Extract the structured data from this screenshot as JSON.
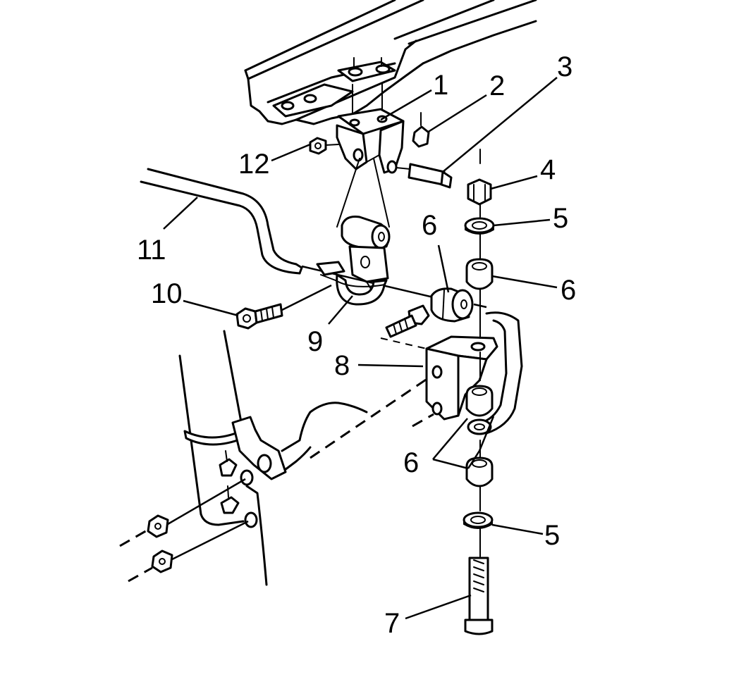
{
  "callouts": [
    {
      "id": "1",
      "label": "1"
    },
    {
      "id": "2",
      "label": "2"
    },
    {
      "id": "3",
      "label": "3"
    },
    {
      "id": "4",
      "label": "4"
    },
    {
      "id": "5a",
      "label": "5"
    },
    {
      "id": "5b",
      "label": "5"
    },
    {
      "id": "6a",
      "label": "6"
    },
    {
      "id": "6b",
      "label": "6"
    },
    {
      "id": "6c",
      "label": "6"
    },
    {
      "id": "7",
      "label": "7"
    },
    {
      "id": "8",
      "label": "8"
    },
    {
      "id": "9",
      "label": "9"
    },
    {
      "id": "10",
      "label": "10"
    },
    {
      "id": "11",
      "label": "11"
    },
    {
      "id": "12",
      "label": "12"
    }
  ]
}
